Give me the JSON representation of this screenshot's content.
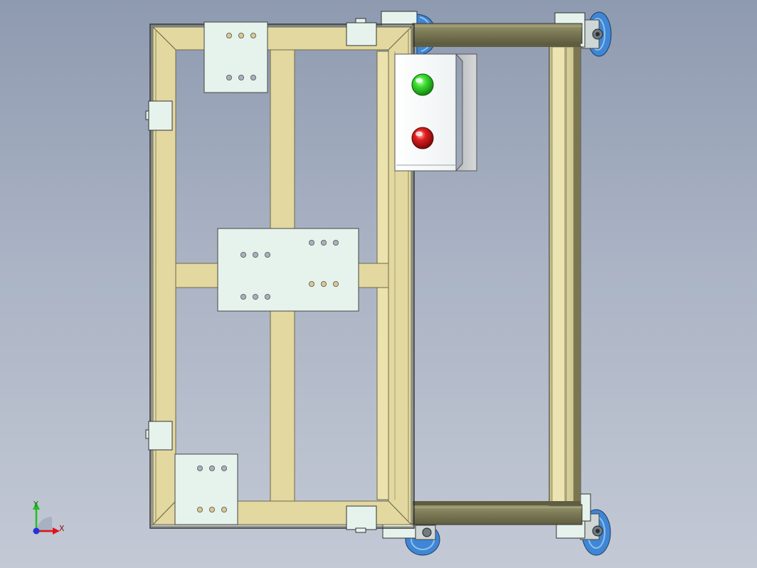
{
  "triad": {
    "x_label": "X",
    "y_label": "Y"
  },
  "colors": {
    "background_top": "#8e9ab0",
    "background_bottom": "#c3c9d5",
    "frame_wood": "#e2d8a0",
    "frame_edge": "#6d6a48",
    "steel_tube": "#7c7a56",
    "plate": "#e6f3ec",
    "wheel": "#3f86d4",
    "light_green": "#33d12a",
    "light_red": "#d91a1a",
    "axis_x": "#e0121a",
    "axis_y": "#21c021",
    "axis_origin": "#2233dd"
  },
  "components": [
    "main-frame",
    "handle-frame",
    "control-box",
    "mounting-plates",
    "caster-wheels"
  ]
}
